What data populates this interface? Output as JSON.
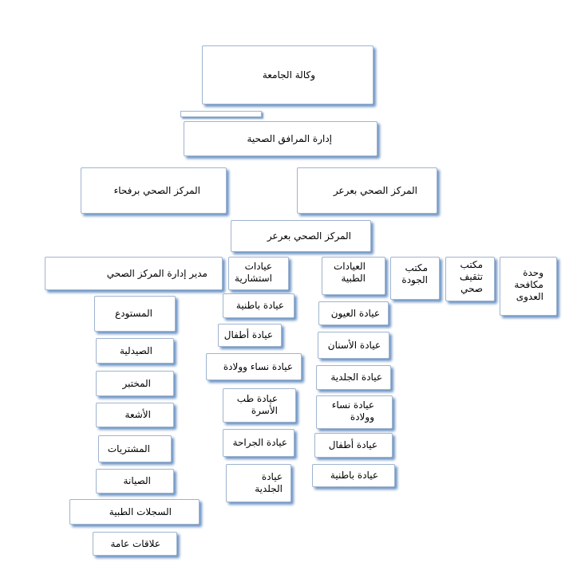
{
  "chart": {
    "root": "وكالة الجامعة",
    "management": "إدارة المرافق الصحية",
    "center_bareraa": "المركز الصحي بعرعر",
    "center_rafha": "المركز الصحي برفحاء",
    "center_main": "المركز الصحي بعرعر",
    "branches": {
      "director": "مدير إدارة المركز الصحي",
      "consult": "عيادات\nاستشارية",
      "medical": "العيادات\nالطبية",
      "quality": "مكتب\nالجودة",
      "health_edu": "مكتب\nتثقيف\nصحي",
      "infection": "وحدة\nمكافحة\nالعدوى"
    },
    "director_items": [
      "المستودع",
      "الصيدلية",
      "المختبر",
      "الأشعة",
      "المشتريات",
      "الصيانة",
      "السجلات الطبية",
      "علاقات عامة"
    ],
    "consult_items": [
      "عيادة باطنية",
      "عيادة أطفال",
      "عيادة نساء وولادة",
      "عيادة طب\nالأسرة",
      "عيادة الجراحة",
      "عيادة الجلدية"
    ],
    "medical_items": [
      "عيادة العيون",
      "عيادة الأسنان",
      "عيادة الجلدية",
      "عيادة نساء\nوولادة",
      "عيادة أطفال",
      "عيادة باطنية"
    ]
  }
}
